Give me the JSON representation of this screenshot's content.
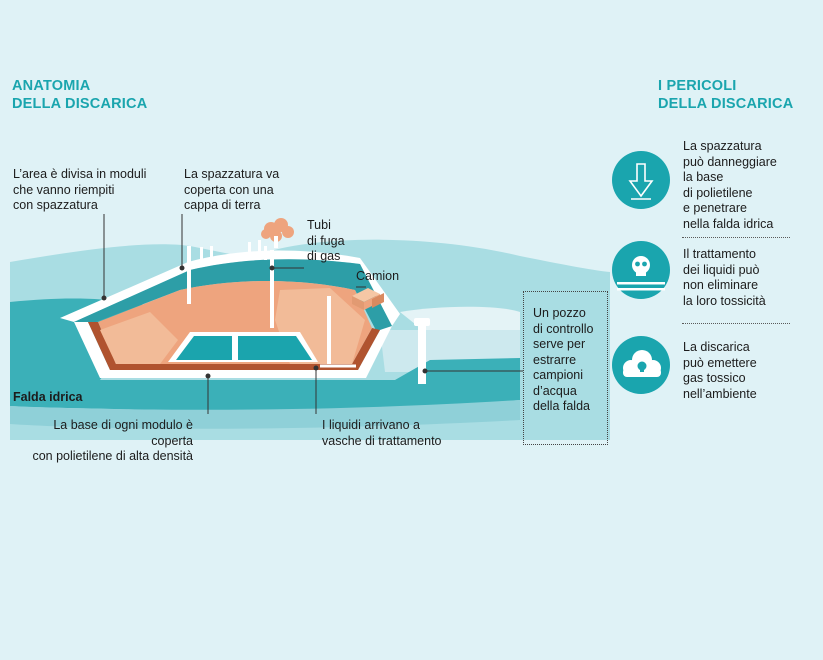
{
  "left_title": [
    "ANATOMIA",
    "DELLA DISCARICA"
  ],
  "right_title": [
    "I PERICOLI",
    "DELLA DISCARICA"
  ],
  "labels": {
    "modules": [
      "L’area è divisa in moduli",
      "che vanno riempiti",
      "con spazzatura"
    ],
    "cover": [
      "La spazzatura va",
      "coperta con una",
      "cappa di terra"
    ],
    "gas_pipes": [
      "Tubi",
      "di fuga",
      "di gas"
    ],
    "truck": "Camion",
    "groundwater": "Falda idrica",
    "base": [
      "La base di ogni modulo è coperta",
      "con polietilene di alta densità"
    ],
    "liquids": [
      "I liquidi arrivano a",
      "vasche di trattamento"
    ],
    "well": [
      "Un pozzo",
      "di controllo",
      "serve per",
      "estrarre",
      "campioni",
      "d’acqua",
      "della falda"
    ]
  },
  "risks": [
    {
      "icon": "arrow-down-icon",
      "lines": [
        "La spazzatura",
        "può danneggiare",
        "la base",
        "di polietilene",
        "e penetrare",
        "nella falda idrica"
      ]
    },
    {
      "icon": "skull-icon",
      "lines": [
        "Il trattamento",
        "dei liquidi può",
        "non eliminare",
        "la loro tossicità"
      ]
    },
    {
      "icon": "toxic-cloud-icon",
      "lines": [
        "La discarica",
        "può emettere",
        "gas tossico",
        "nell’ambiente"
      ]
    }
  ],
  "colors": {
    "accent": "#1aa5ae",
    "background": "#dff2f6",
    "water_dark": "#3bb0b8",
    "water_light": "#a9dde3",
    "waste": "#eea47e",
    "liner": "#b0532f"
  }
}
